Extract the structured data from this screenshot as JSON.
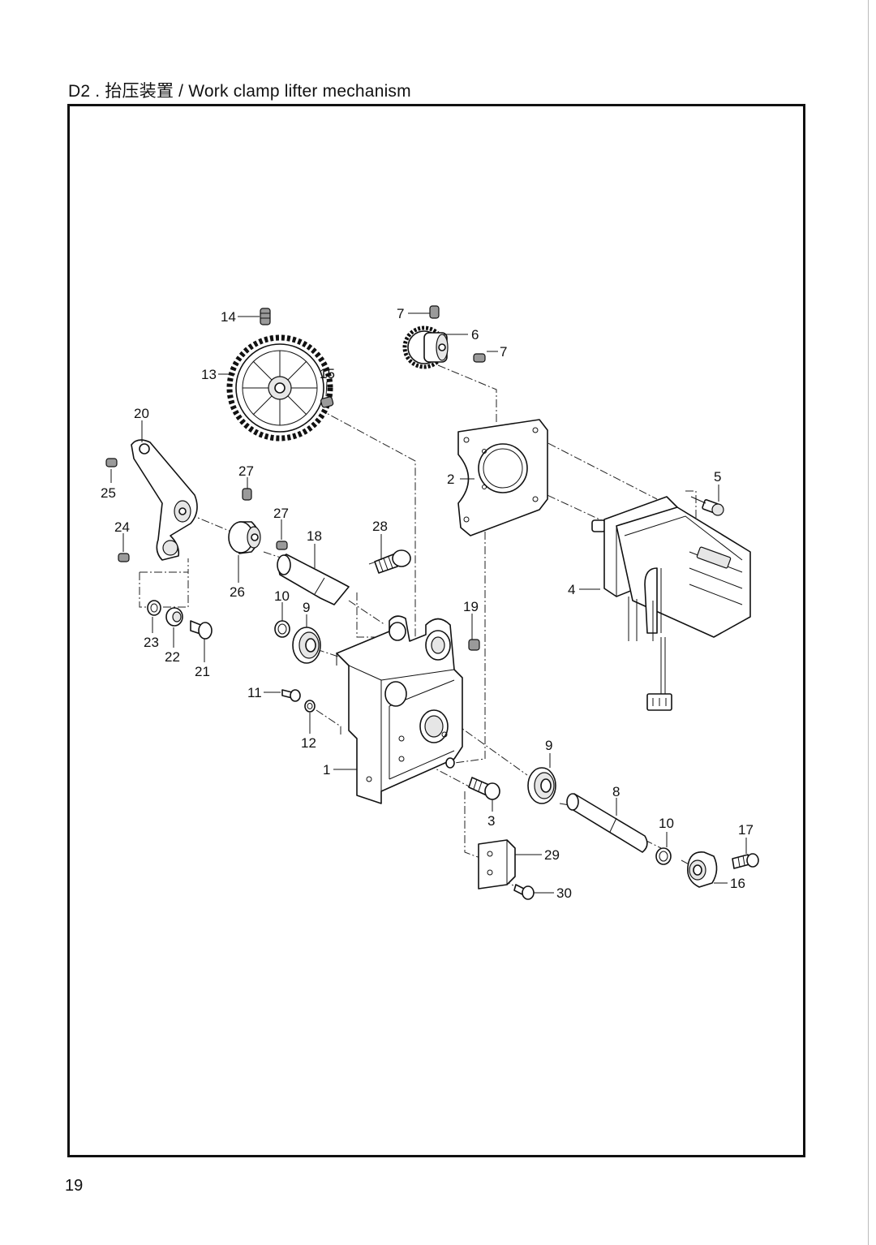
{
  "header": {
    "title": "D2 . 抬压装置 / Work clamp lifter mechanism"
  },
  "footer": {
    "page_number": "19"
  },
  "callouts": [
    {
      "id": "c14",
      "text": "14"
    },
    {
      "id": "c13",
      "text": "13"
    },
    {
      "id": "c15",
      "text": "15"
    },
    {
      "id": "c7a",
      "text": "7"
    },
    {
      "id": "c6",
      "text": "6"
    },
    {
      "id": "c7b",
      "text": "7"
    },
    {
      "id": "c20",
      "text": "20"
    },
    {
      "id": "c25",
      "text": "25"
    },
    {
      "id": "c27a",
      "text": "27"
    },
    {
      "id": "c27b",
      "text": "27"
    },
    {
      "id": "c24",
      "text": "24"
    },
    {
      "id": "c18",
      "text": "18"
    },
    {
      "id": "c28",
      "text": "28"
    },
    {
      "id": "c26",
      "text": "26"
    },
    {
      "id": "c2",
      "text": "2"
    },
    {
      "id": "c5",
      "text": "5"
    },
    {
      "id": "c4",
      "text": "4"
    },
    {
      "id": "c10a",
      "text": "10"
    },
    {
      "id": "c9a",
      "text": "9"
    },
    {
      "id": "c19",
      "text": "19"
    },
    {
      "id": "c23",
      "text": "23"
    },
    {
      "id": "c22",
      "text": "22"
    },
    {
      "id": "c21",
      "text": "21"
    },
    {
      "id": "c11",
      "text": "11"
    },
    {
      "id": "c12",
      "text": "12"
    },
    {
      "id": "c1",
      "text": "1"
    },
    {
      "id": "c9b",
      "text": "9"
    },
    {
      "id": "c8",
      "text": "8"
    },
    {
      "id": "c3",
      "text": "3"
    },
    {
      "id": "c10b",
      "text": "10"
    },
    {
      "id": "c17",
      "text": "17"
    },
    {
      "id": "c29",
      "text": "29"
    },
    {
      "id": "c16",
      "text": "16"
    },
    {
      "id": "c30",
      "text": "30"
    }
  ]
}
